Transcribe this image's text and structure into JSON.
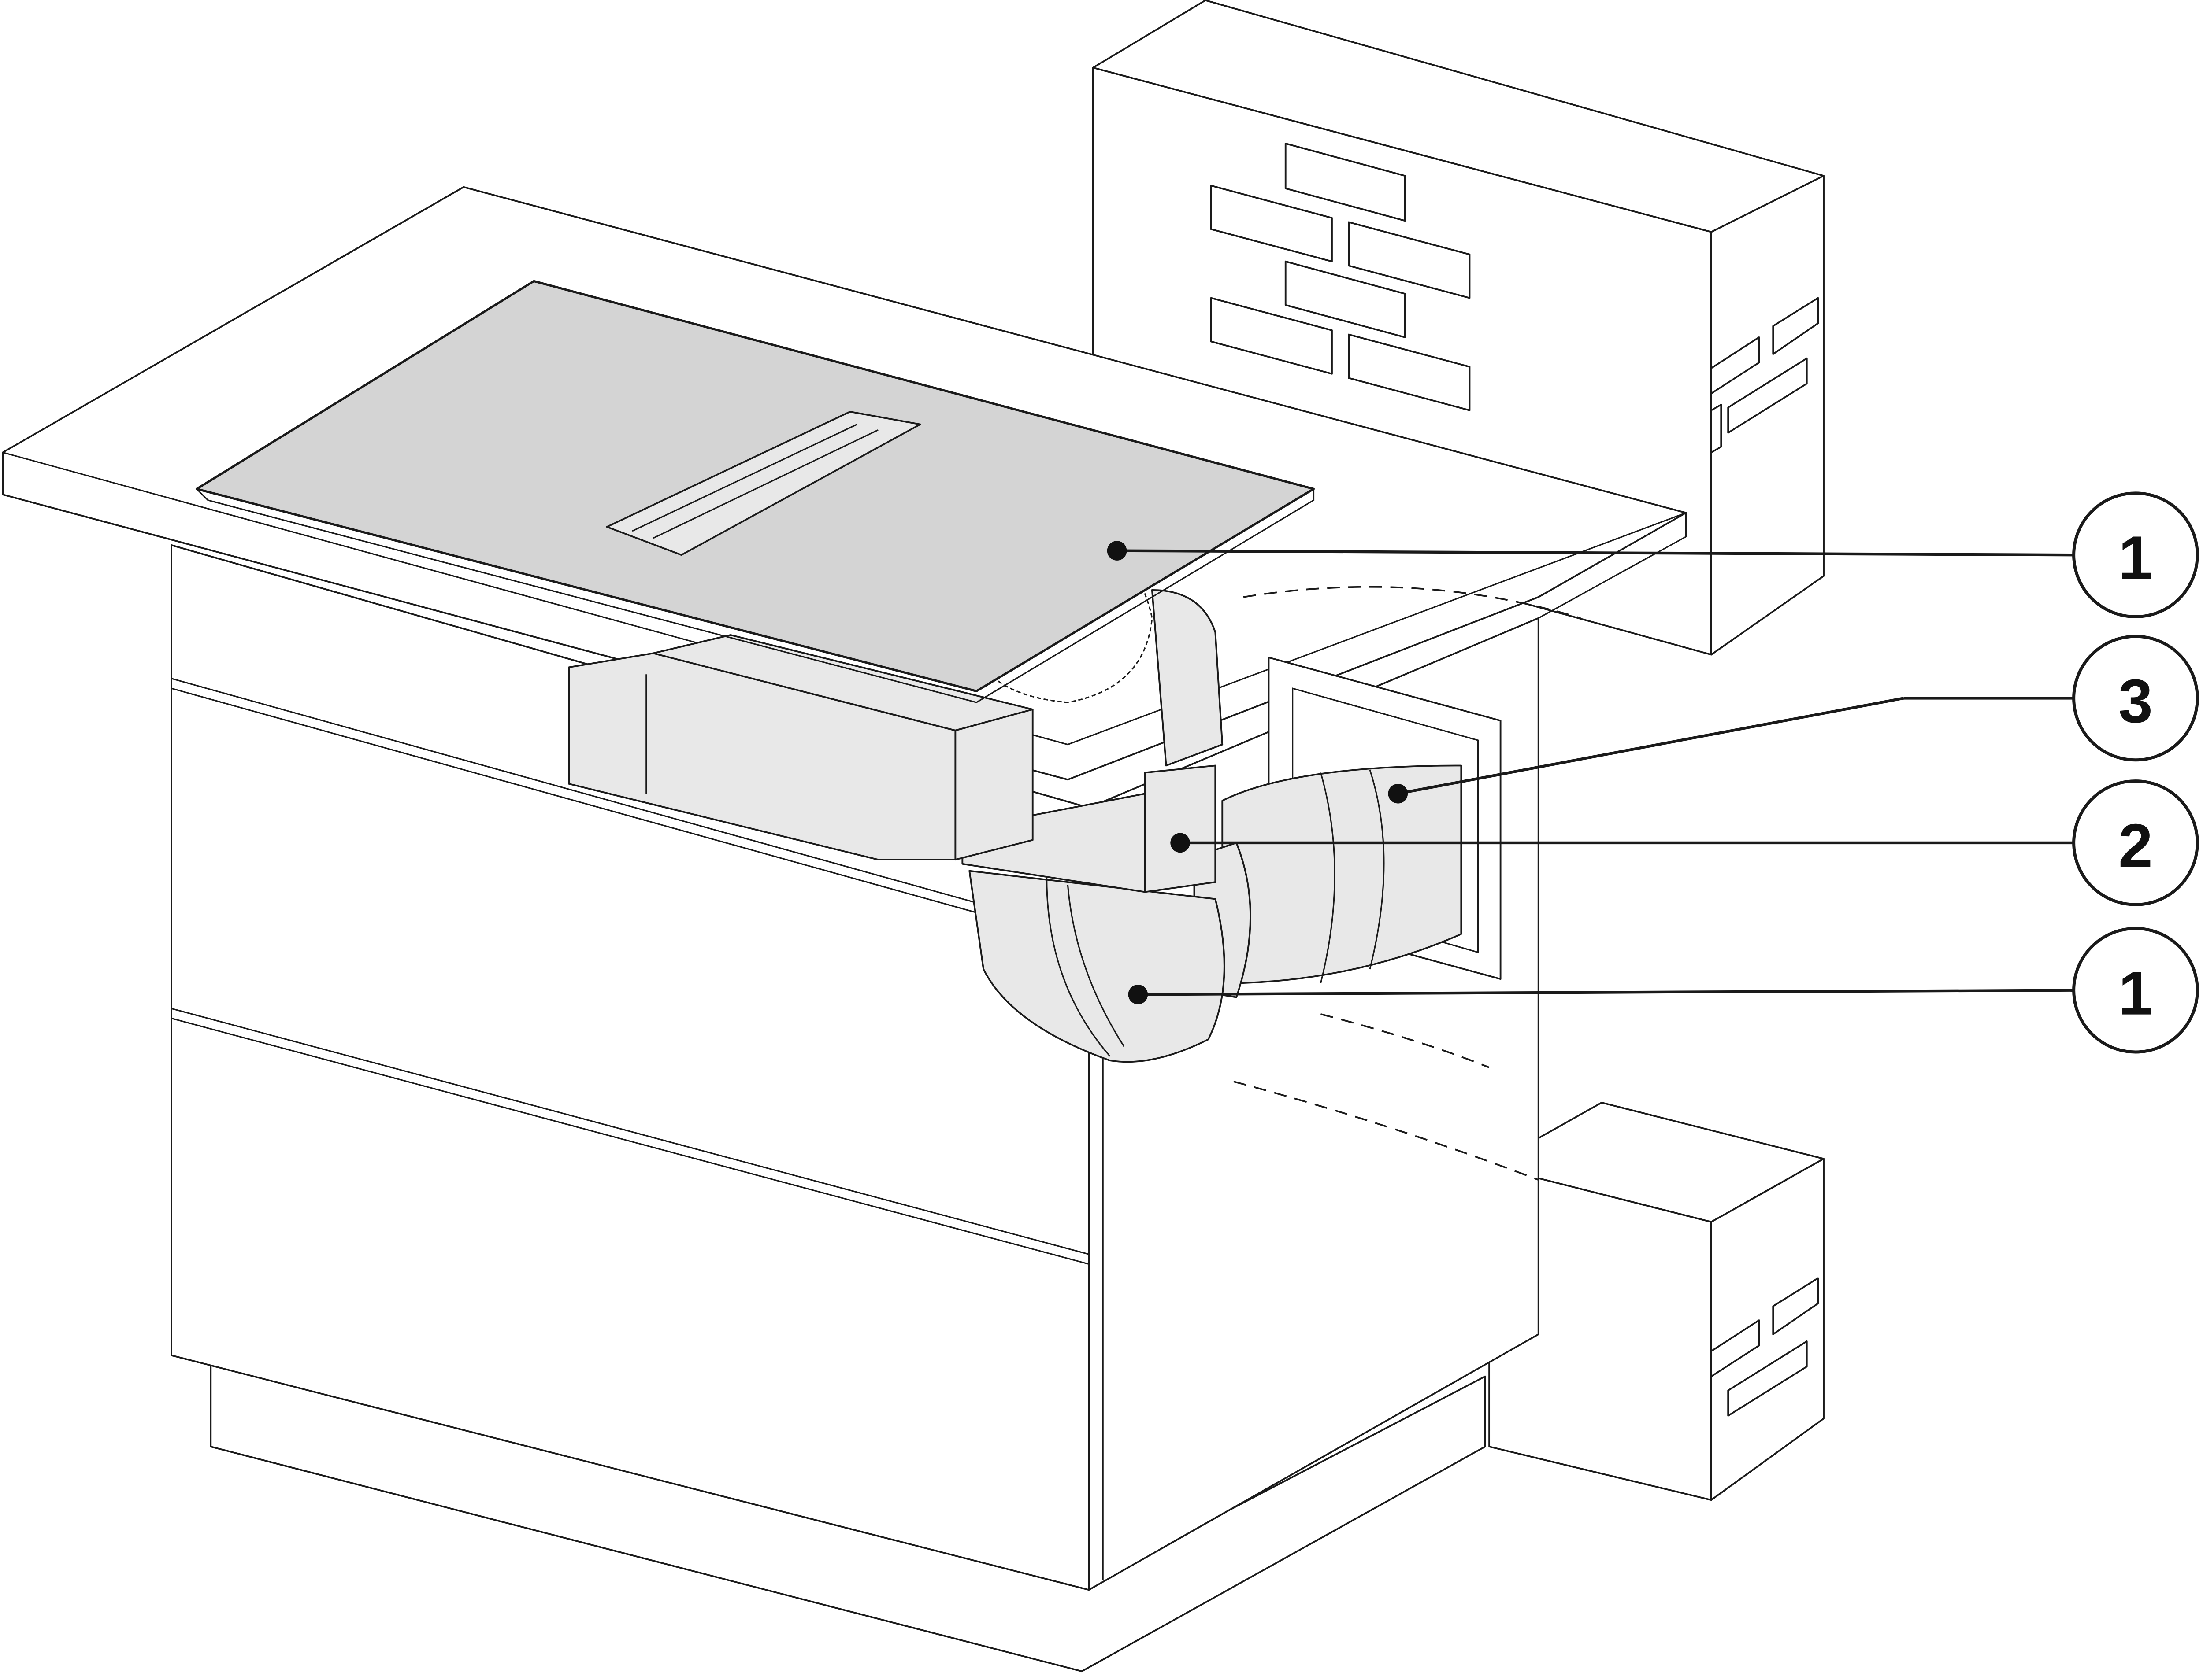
{
  "diagram": {
    "callouts": [
      {
        "label": "1"
      },
      {
        "label": "3"
      },
      {
        "label": "2"
      },
      {
        "label": "1"
      }
    ]
  }
}
